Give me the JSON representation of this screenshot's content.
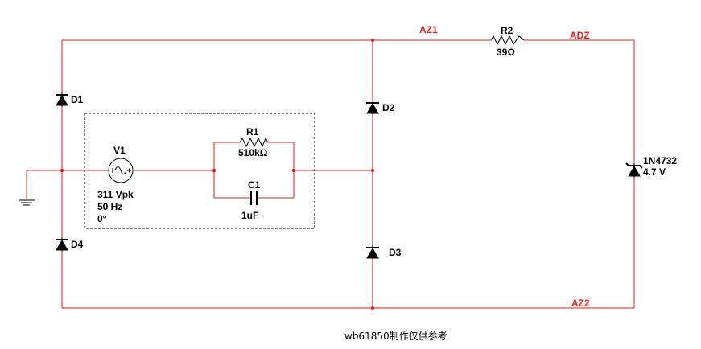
{
  "colors": {
    "wire": "#e0201a",
    "component": "#000000",
    "net_label": "#e0201a"
  },
  "components": {
    "D1": {
      "label": "D1"
    },
    "D2": {
      "label": "D2"
    },
    "D3": {
      "label": "D3"
    },
    "D4": {
      "label": "D4"
    },
    "V1": {
      "label": "V1",
      "amplitude": "311 Vpk",
      "frequency": "50 Hz",
      "phase": "0°"
    },
    "R1": {
      "label": "R1",
      "value": "510kΩ"
    },
    "C1": {
      "label": "C1",
      "value": "1uF"
    },
    "R2": {
      "label": "R2",
      "value": "39Ω"
    },
    "Z1": {
      "label": "1N4732",
      "value": "4.7 V"
    }
  },
  "nets": {
    "az1": "AZ1",
    "adz": "ADZ",
    "az2": "AZ2"
  },
  "footer": "wb61850制作仅供参考"
}
